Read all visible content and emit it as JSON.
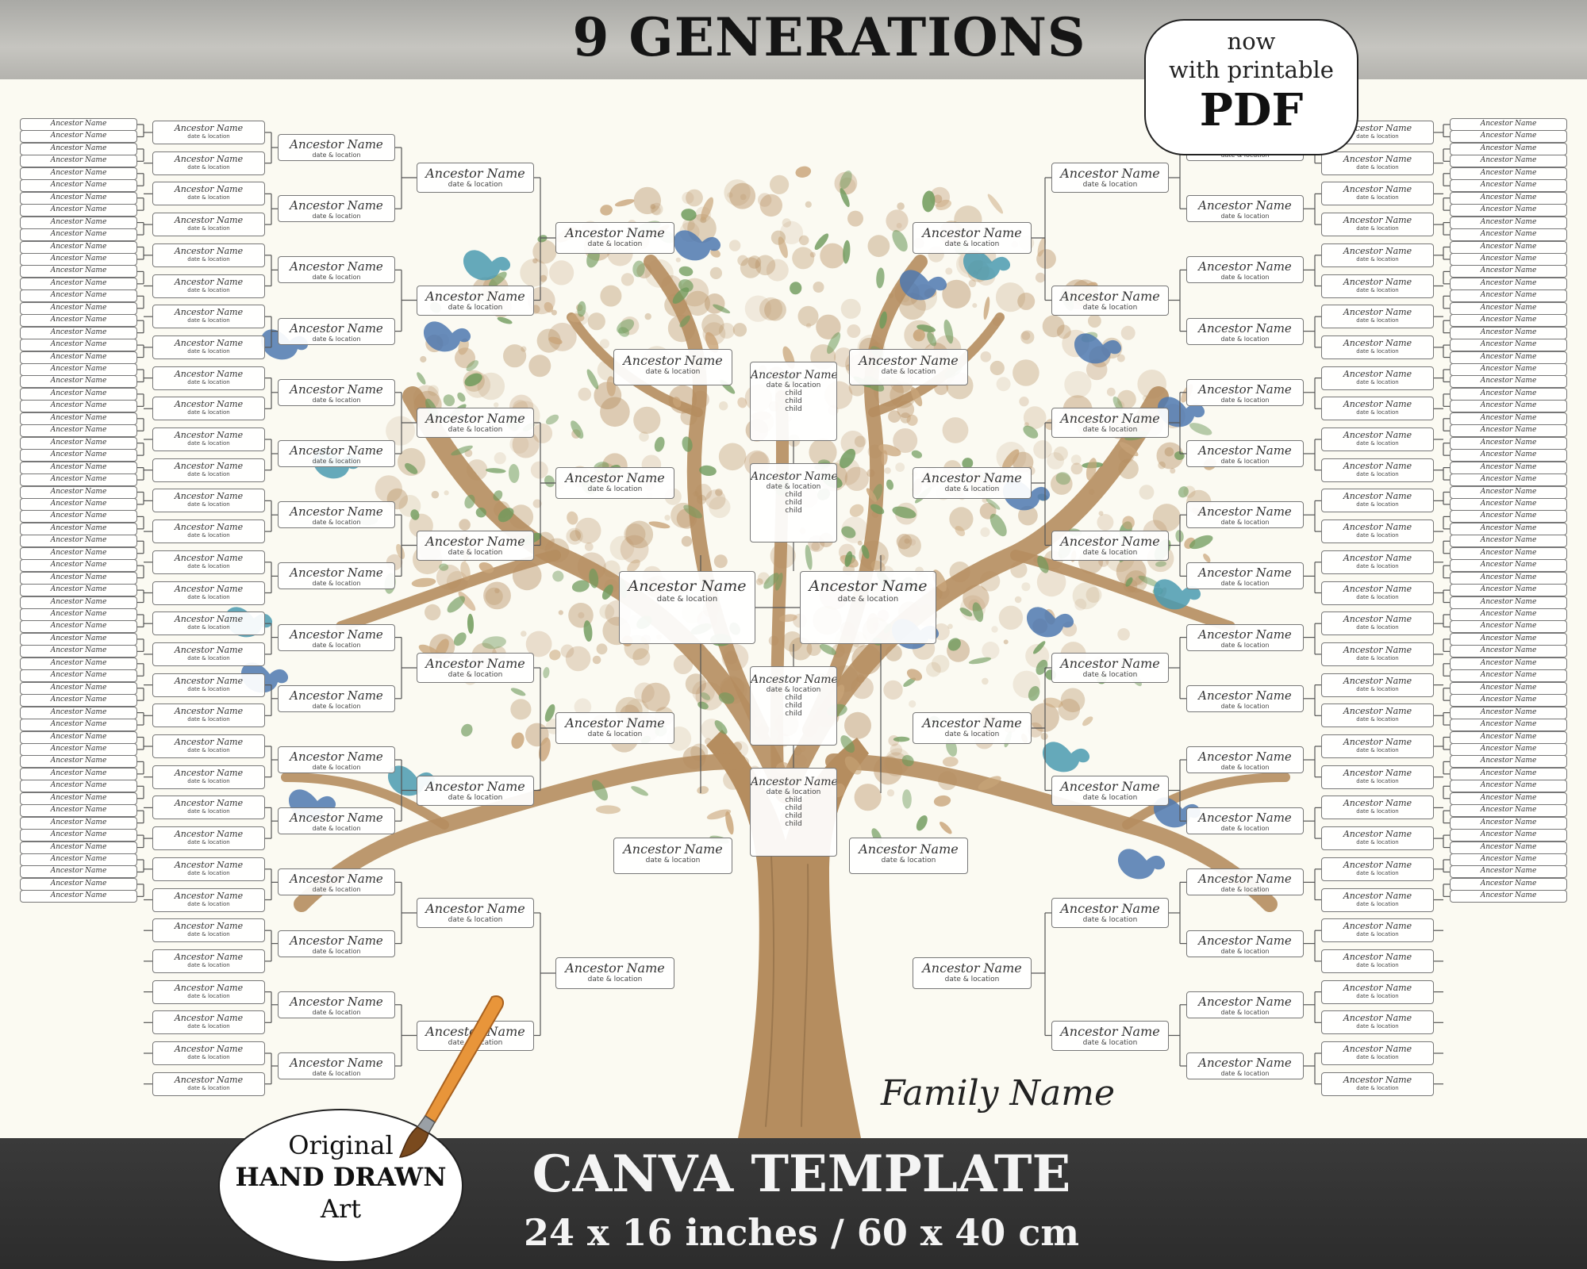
{
  "header": {
    "title": "9 GENERATIONS",
    "pdf_badge": {
      "line1": "now",
      "line2": "with printable",
      "line3": "PDF"
    }
  },
  "tree": {
    "box_name": "Ancestor Name",
    "box_detail": "date & location",
    "child_label": "child",
    "family_name": "Family Name",
    "generations": 9
  },
  "footer": {
    "title": "CANVA TEMPLATE",
    "size": "24 x 16 inches / 60 x 40 cm",
    "art_badge": {
      "line1": "Original",
      "line2": "HAND DRAWN",
      "line3": "Art"
    }
  },
  "colors": {
    "background": "#fbfaf2",
    "trunk": "#b58d5f",
    "leaf_green": "#6e9a5b",
    "bird_blue": "#4d78b0",
    "bird_teal": "#4a9ab0",
    "banner_dark": "#2e2e2e",
    "banner_light": "#bdbcb7"
  }
}
